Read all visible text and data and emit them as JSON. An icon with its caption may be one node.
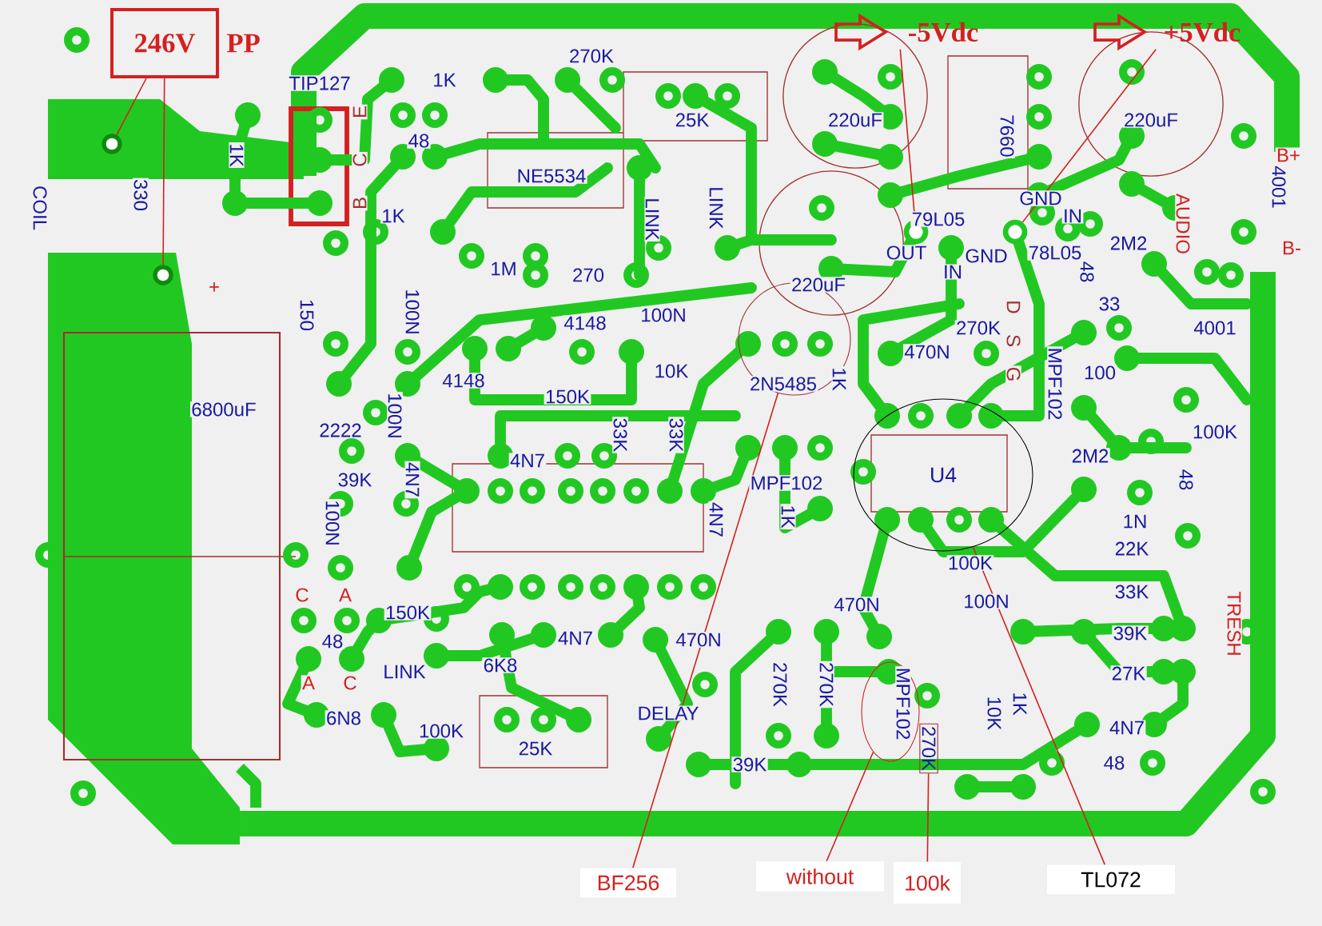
{
  "diagram": {
    "nodes": [
      {
        "text": [
          "246V",
          "PP"
        ]
      },
      {
        "text": [],
        "shape": "circle"
      },
      {
        "text": [],
        "shape": "circle"
      },
      {
        "text": [
          "-5Vdc"
        ]
      },
      {
        "text": [],
        "shape": "circle"
      },
      {
        "text": [
          "+5Vdc"
        ]
      },
      {
        "text": [],
        "shape": "circle"
      },
      {
        "text": [
          "BF256"
        ]
      },
      {
        "text": [],
        "shape": "circle"
      },
      {
        "text": [
          "without"
        ]
      },
      {
        "text": [],
        "shape": "circle"
      },
      {
        "text": [
          "100k"
        ]
      },
      {
        "text": [
          "270K"
        ]
      },
      {
        "text": [
          "TL072"
        ]
      },
      {
        "text": [
          "U4"
        ]
      }
    ],
    "edges": [
      {
        "from": 0,
        "to": 1,
        "arrow": "none"
      },
      {
        "from": 0,
        "to": 2,
        "arrow": "none"
      },
      {
        "from": 3,
        "to": 4,
        "arrow": "none"
      },
      {
        "from": 5,
        "to": 6,
        "arrow": "none"
      },
      {
        "from": 7,
        "to": 8,
        "arrow": "none"
      },
      {
        "from": 9,
        "to": 10,
        "arrow": "none"
      },
      {
        "from": 11,
        "to": 12,
        "arrow": "none"
      },
      {
        "from": 13,
        "to": 14,
        "arrow": "none"
      }
    ],
    "labels": [
      "TIP127",
      "E",
      "C",
      "B",
      "1K",
      "270K",
      "48",
      "NE5534",
      "25K",
      "220uF",
      "7660",
      "220uF",
      "B+",
      "4001",
      "COIL",
      "330",
      "1K",
      "LINK",
      "LINK",
      "1K",
      "79L05",
      "OUT",
      "IN",
      "GND",
      "GND",
      "IN",
      "78L05",
      "2M2",
      "AUDIO",
      "B-",
      "1M",
      "270",
      "220uF",
      "+",
      "150",
      "100N",
      "4148",
      "100N",
      "48",
      "33",
      "270K",
      "6800uF",
      "4148",
      "10K",
      "150K",
      "33K",
      "2N5485",
      "1K",
      "470N",
      "D",
      "S",
      "G",
      "MPF102",
      "100",
      "4001",
      "2222",
      "39K",
      "100N",
      "4N7",
      "33K",
      "100K",
      "2M2",
      "48",
      "4N7",
      "MPF102",
      "1K",
      "4N7",
      "100N",
      "1N",
      "22K",
      "100K",
      "C",
      "A",
      "150K",
      "100N",
      "470N",
      "33K",
      "TRESH",
      "48",
      "4N7",
      "470N",
      "39K",
      "LINK",
      "6K8",
      "27K",
      "A",
      "C",
      "270K",
      "270K",
      "MPF102",
      "10K",
      "1K",
      "DELAY",
      "6N8",
      "4N7",
      "100K",
      "25K",
      "39K",
      "48"
    ]
  }
}
